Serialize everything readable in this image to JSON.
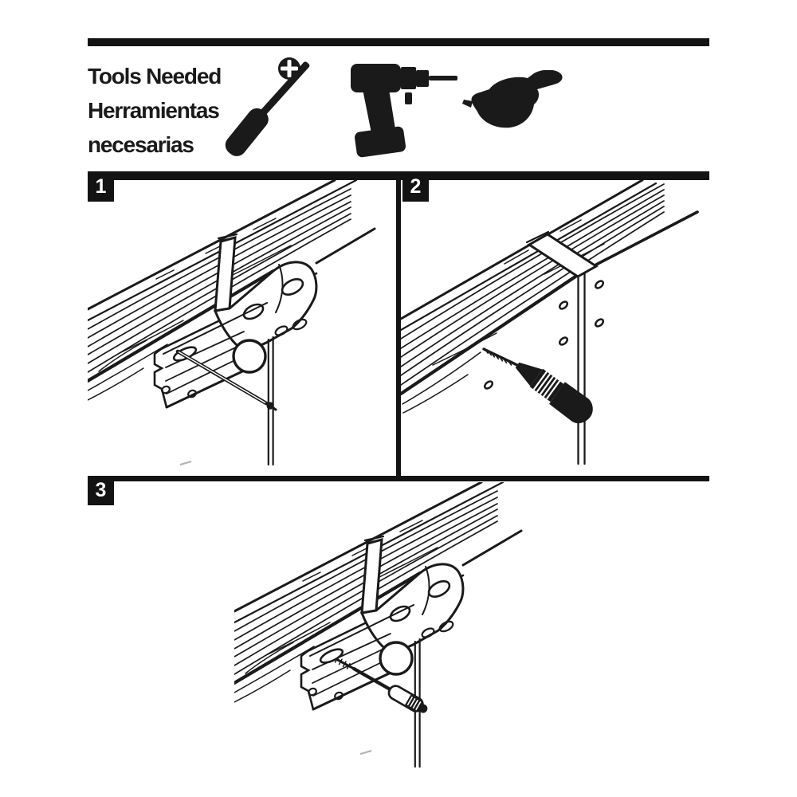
{
  "colors": {
    "ink": "#1a1a1a",
    "paper": "#ffffff",
    "badge_text": "#ffffff",
    "bar": "#131313"
  },
  "header": {
    "title_lines": [
      "Tools Needed",
      "Herramientas",
      "necesarias"
    ],
    "tool_icons": [
      "phillips-screwdriver-icon",
      "power-drill-icon",
      "safety-glasses-icon"
    ]
  },
  "steps": [
    {
      "label": "1",
      "illustration": "position-bracket-on-rail-and-mark-holes-with-awl"
    },
    {
      "label": "2",
      "illustration": "drill-pilot-holes-at-marked-points"
    },
    {
      "label": "3",
      "illustration": "fasten-bracket-with-screwdriver"
    }
  ]
}
